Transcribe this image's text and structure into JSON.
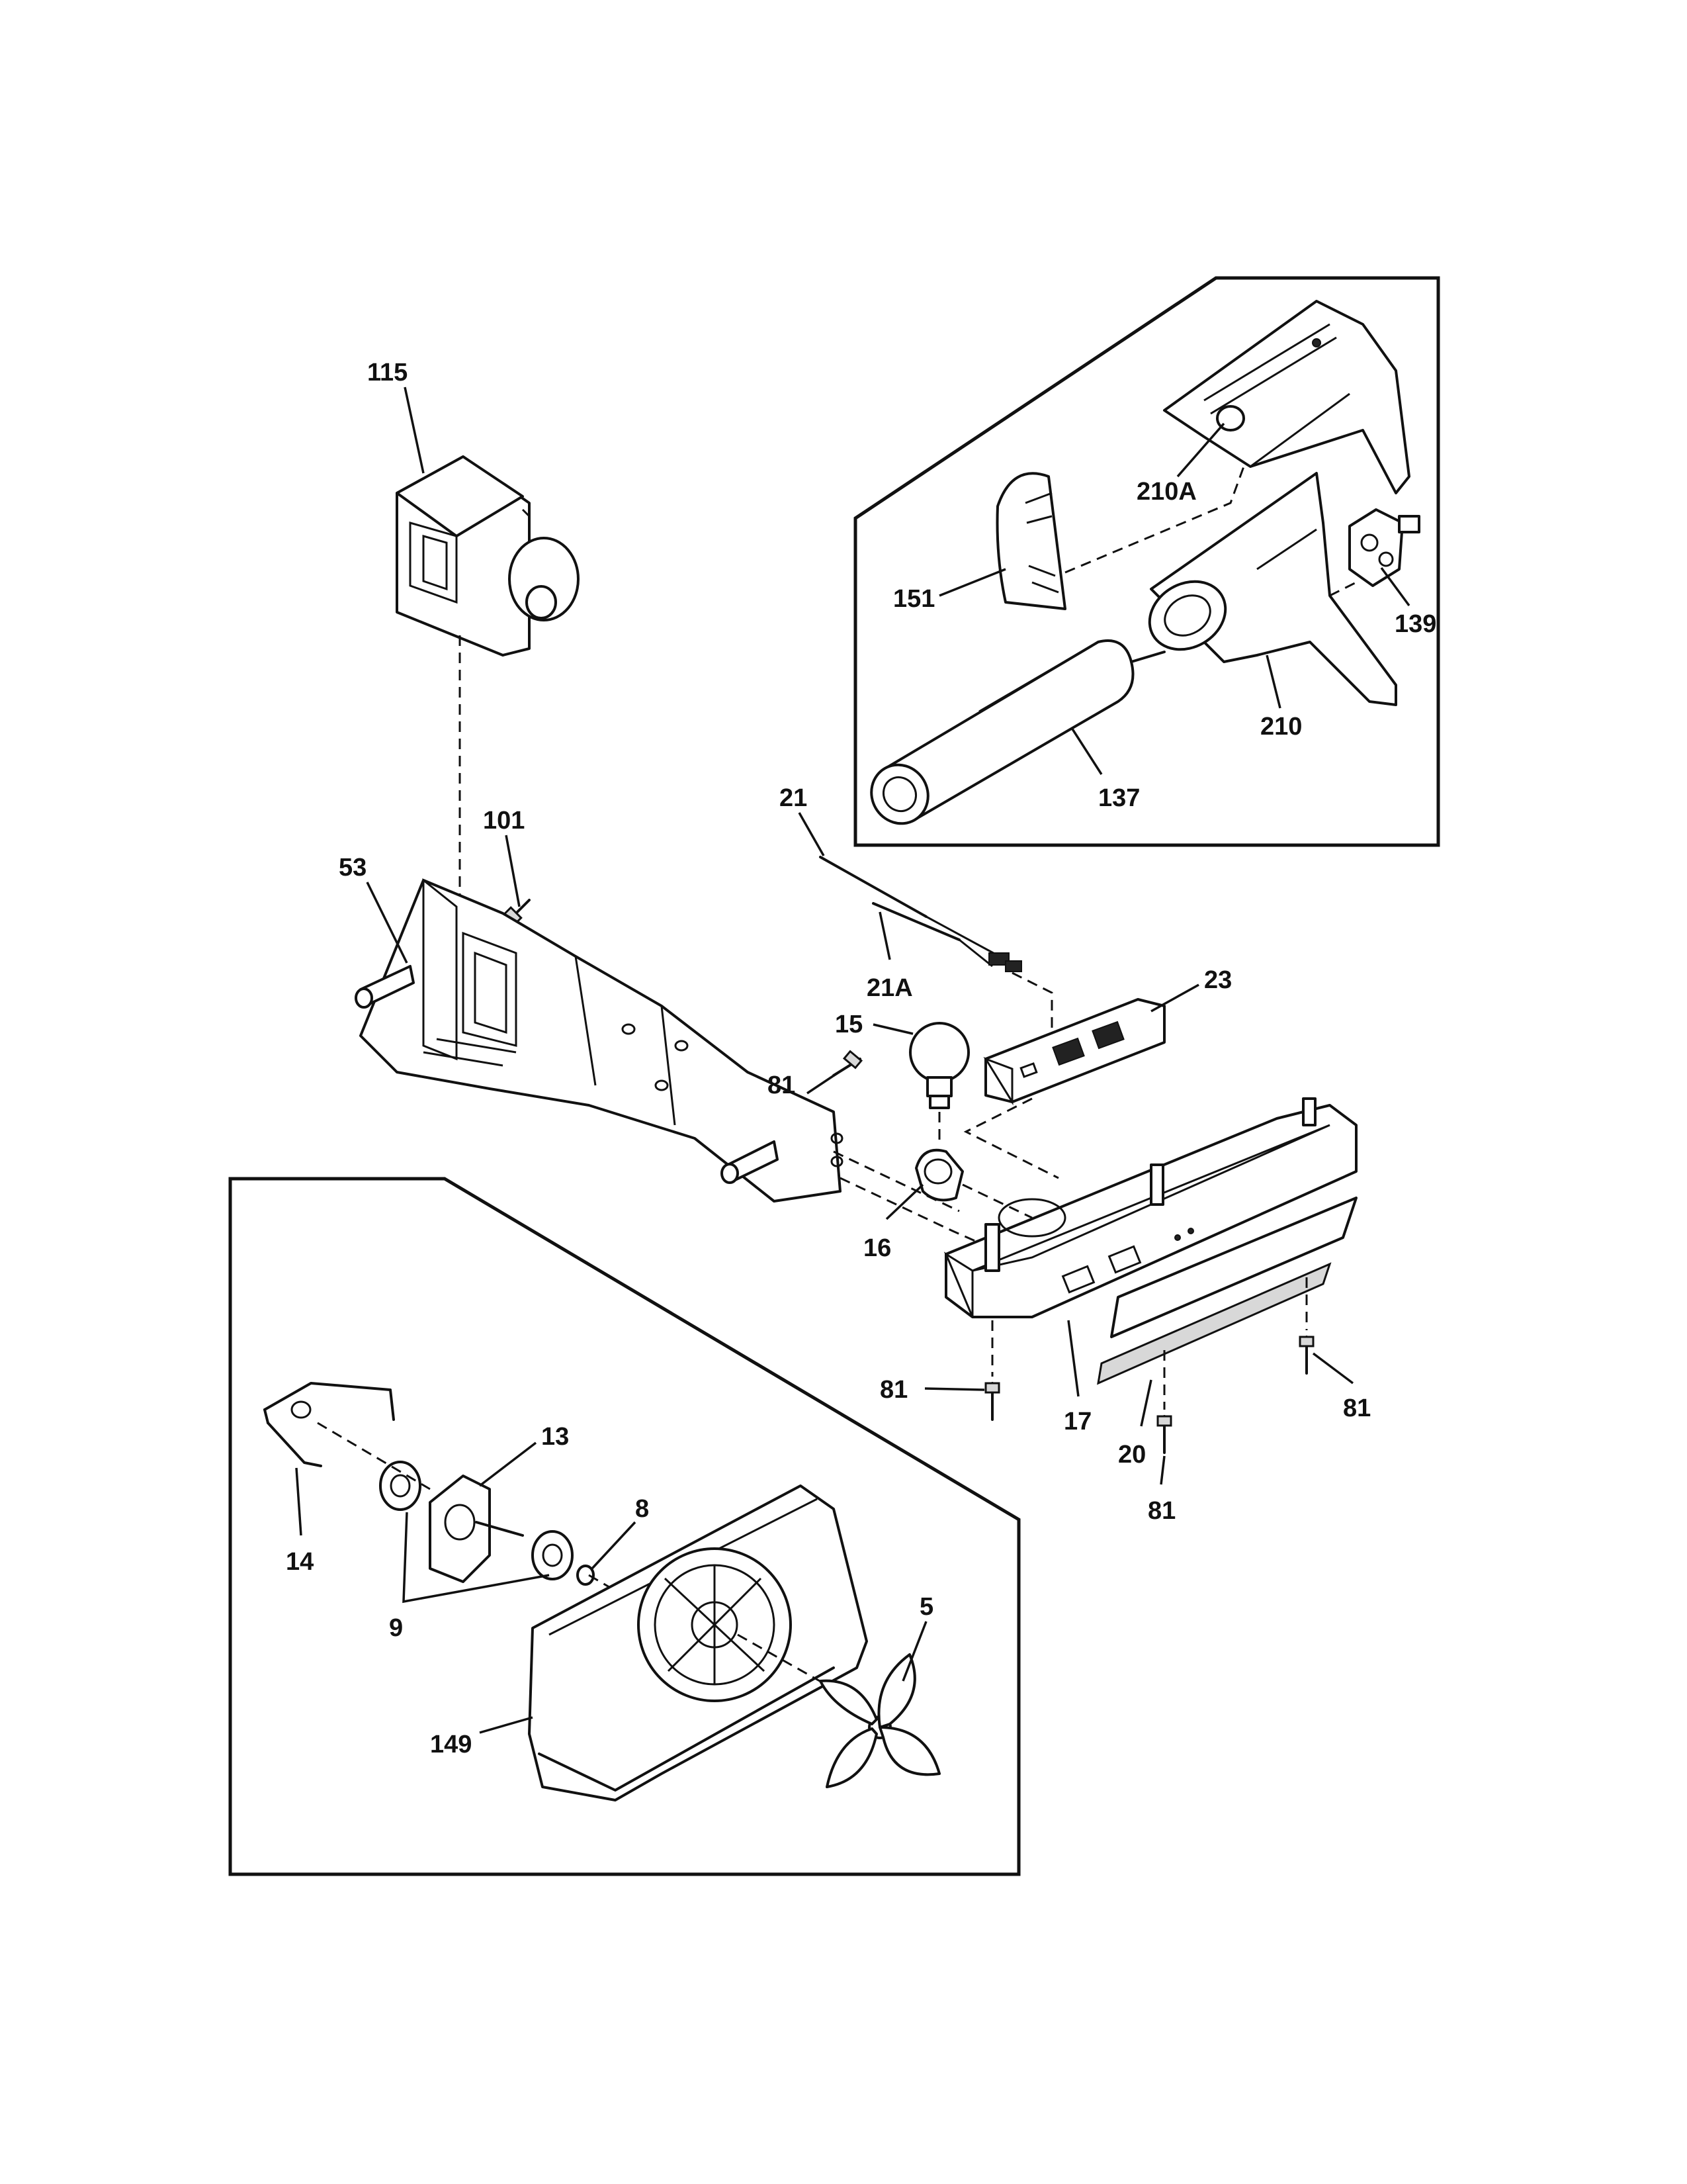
{
  "labels": {
    "l115": "115",
    "l101": "101",
    "l53": "53",
    "l21": "21",
    "l21A": "21A",
    "l23": "23",
    "l15": "15",
    "l81a": "81",
    "l16": "16",
    "l17": "17",
    "l20": "20",
    "l81b": "81",
    "l81c": "81",
    "l81d": "81",
    "l210A": "210A",
    "l151": "151",
    "l139": "139",
    "l210": "210",
    "l137": "137",
    "l13": "13",
    "l14": "14",
    "l8": "8",
    "l9": "9",
    "l5": "5",
    "l149": "149"
  }
}
